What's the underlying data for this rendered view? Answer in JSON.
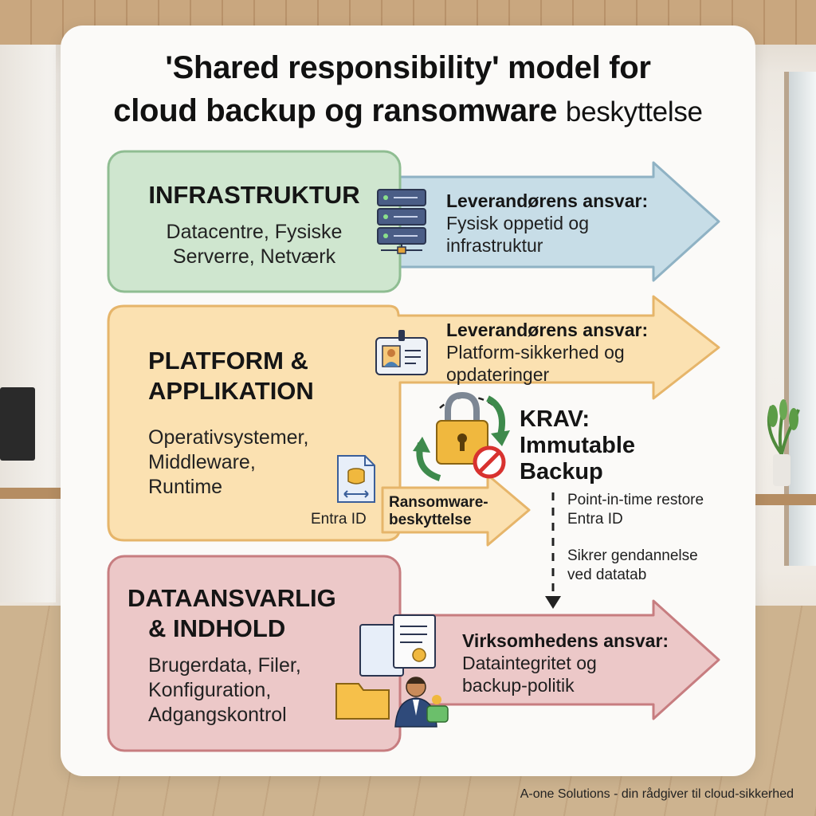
{
  "title": {
    "line1": "'Shared responsibility' model for",
    "line2a": "cloud backup og ransomware",
    "line2b": "beskyttelse"
  },
  "colors": {
    "green": "#cfe6cf",
    "green_border": "#8fbd92",
    "blue": "#c7dde7",
    "blue_border": "#8fb2c4",
    "orange": "#fbe1b1",
    "orange_border": "#e6b56a",
    "red": "#ecc8c8",
    "red_border": "#c77d80"
  },
  "layers": [
    {
      "heading": "INFRASTRUKTUR",
      "details": [
        "Datacentre, Fysiske",
        "Serverre, Netværk"
      ],
      "icon": "server-icon",
      "responsibility_title": "Leverandørens ansvar:",
      "responsibility_text": [
        "Fysisk oppetid og",
        "infrastruktur"
      ]
    },
    {
      "heading": "PLATFORM &",
      "heading2": "APPLIKATION",
      "details": [
        "Operativsystemer,",
        "Middleware,",
        "Runtime"
      ],
      "icon": "id-badge-icon",
      "responsibility_title": "Leverandørens ansvar:",
      "responsibility_text": [
        "Platform-sikkerhed og",
        "opdateringer"
      ],
      "sub_icon": "database-file-icon",
      "sub_icon_label": "Entra ID",
      "ransomware_label": [
        "Ransomware-",
        "beskyttelse"
      ]
    },
    {
      "heading": "DATAANSVARLIG",
      "heading2": "& INDHOLD",
      "details": [
        "Brugerdata, Filer,",
        "Konfiguration,",
        "Adgangskontrol"
      ],
      "icon": "documents-folder-user-icon",
      "responsibility_title": "Virksomhedens ansvar:",
      "responsibility_text": [
        "Dataintegritet og",
        "backup-politik"
      ]
    }
  ],
  "requirement": {
    "title": [
      "KRAV:",
      "Immutable",
      "Backup"
    ],
    "icon": "lock-cycle-icon",
    "notes": [
      [
        "Point-in-time restore",
        "Entra ID"
      ],
      [
        "Sikrer gendannelse",
        "ved datatab"
      ]
    ]
  },
  "footer": "A-one Solutions - din rådgiver til cloud-sikkerhed"
}
